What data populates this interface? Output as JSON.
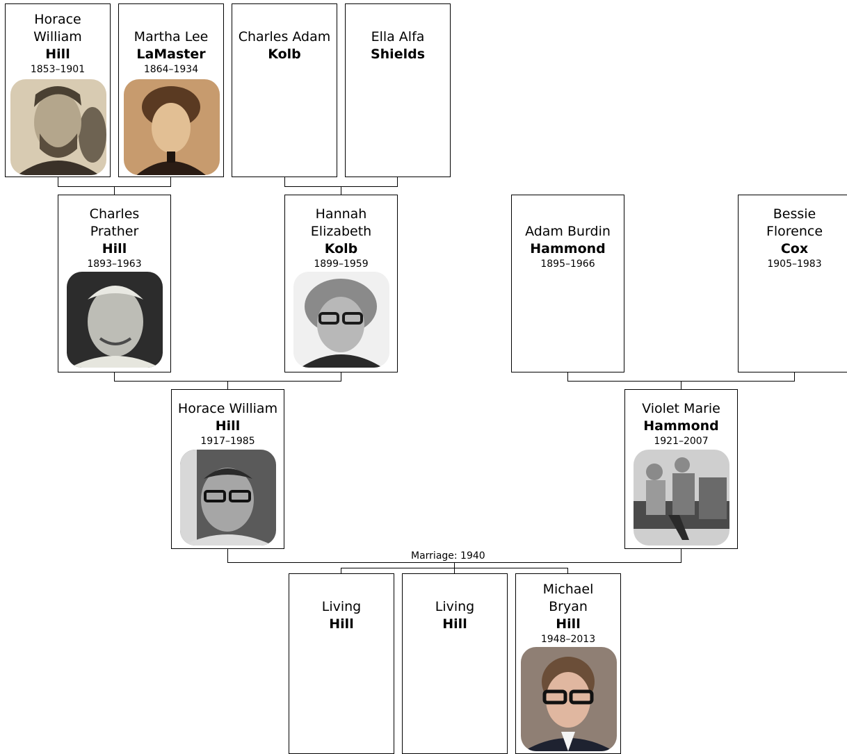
{
  "people": {
    "p1": {
      "given": "Horace William",
      "surname": "Hill",
      "years": "1853–1901",
      "photo": "portrait-bearded-man-sepia"
    },
    "p2": {
      "given": "Martha Lee",
      "surname": "LaMaster",
      "years": "1864–1934",
      "photo": "portrait-woman-sepia"
    },
    "p3": {
      "given": "Charles Adam",
      "surname": "Kolb"
    },
    "p4": {
      "given": "Ella Alfa",
      "surname": "Shields"
    },
    "p5": {
      "given": "Charles Prather",
      "surname": "Hill",
      "years": "1893–1963",
      "photo": "portrait-smiling-man-bw"
    },
    "p6": {
      "given": "Hannah Elizabeth",
      "surname": "Kolb",
      "years": "1899–1959",
      "photo": "portrait-woman-glasses-bw"
    },
    "p7": {
      "given": "Adam Burdin",
      "surname": "Hammond",
      "years": "1895–1966"
    },
    "p8": {
      "given": "Bessie Florence",
      "surname": "Cox",
      "years": "1905–1983"
    },
    "p9": {
      "given": "Horace William",
      "surname": "Hill",
      "years": "1917–1985",
      "photo": "portrait-man-glasses-bw"
    },
    "p10": {
      "given": "Violet Marie",
      "surname": "Hammond",
      "years": "1921–2007",
      "photo": "photo-couple-on-sofa-bw"
    },
    "p11": {
      "given": "Living",
      "surname": "Hill"
    },
    "p12": {
      "given": "Living",
      "surname": "Hill"
    },
    "p13": {
      "given": "Michael Bryan",
      "surname": "Hill",
      "years": "1948–2013",
      "photo": "portrait-young-man-glasses-color"
    }
  },
  "marriage_label": "Marriage: 1940",
  "colors": {
    "border": "#000000",
    "background": "#ffffff"
  }
}
